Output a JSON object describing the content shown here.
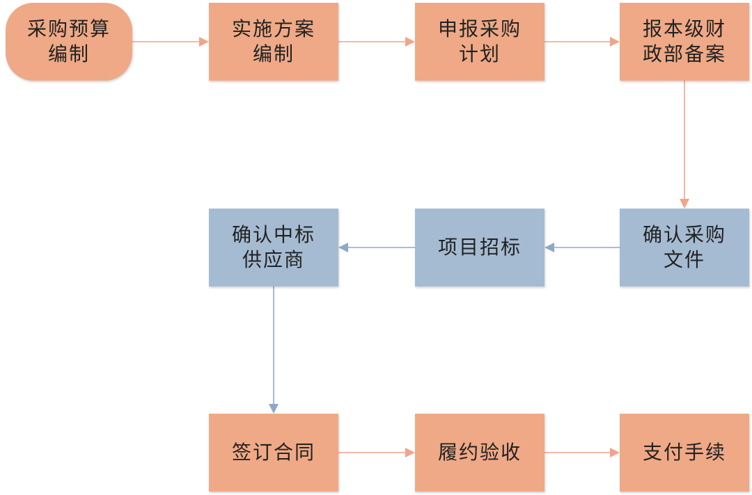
{
  "colors": {
    "orange_box": "#efa986",
    "blue_box": "#a5bbd2",
    "orange_arrow": "#f0a48a",
    "blue_arrow": "#8ea8c4"
  },
  "nodes": [
    {
      "id": "n1",
      "label": "采购预算\n编制",
      "color": "orange",
      "shape": "terminal"
    },
    {
      "id": "n2",
      "label": "实施方案\n编制",
      "color": "orange",
      "shape": "process"
    },
    {
      "id": "n3",
      "label": "申报采购\n计划",
      "color": "orange",
      "shape": "process"
    },
    {
      "id": "n4",
      "label": "报本级财\n政部备案",
      "color": "orange",
      "shape": "process"
    },
    {
      "id": "n5",
      "label": "确认采购\n文件",
      "color": "blue",
      "shape": "process"
    },
    {
      "id": "n6",
      "label": "项目招标",
      "color": "blue",
      "shape": "process"
    },
    {
      "id": "n7",
      "label": "确认中标\n供应商",
      "color": "blue",
      "shape": "process"
    },
    {
      "id": "n8",
      "label": "签订合同",
      "color": "orange",
      "shape": "process"
    },
    {
      "id": "n9",
      "label": "履约验收",
      "color": "orange",
      "shape": "process"
    },
    {
      "id": "n10",
      "label": "支付手续",
      "color": "orange",
      "shape": "process"
    }
  ],
  "edges": [
    {
      "from": "n1",
      "to": "n2",
      "color": "orange"
    },
    {
      "from": "n2",
      "to": "n3",
      "color": "orange"
    },
    {
      "from": "n3",
      "to": "n4",
      "color": "orange"
    },
    {
      "from": "n4",
      "to": "n5",
      "color": "orange"
    },
    {
      "from": "n5",
      "to": "n6",
      "color": "blue"
    },
    {
      "from": "n6",
      "to": "n7",
      "color": "blue"
    },
    {
      "from": "n7",
      "to": "n8",
      "color": "blue"
    },
    {
      "from": "n8",
      "to": "n9",
      "color": "orange"
    },
    {
      "from": "n9",
      "to": "n10",
      "color": "orange"
    }
  ]
}
